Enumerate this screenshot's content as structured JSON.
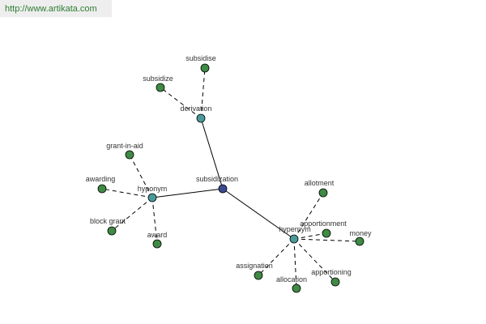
{
  "header": {
    "url": "http://www.artikata.com"
  },
  "colors": {
    "root": "#3a4a8f",
    "relation": "#4a9a9a",
    "leaf": "#3f8a45",
    "link": "#2e7d32"
  },
  "graph": {
    "root": {
      "id": "subsidization",
      "label": "subsidization"
    },
    "relations": [
      {
        "id": "derivation",
        "label": "derivation",
        "terms": [
          "subsidise",
          "subsidize"
        ]
      },
      {
        "id": "hyponym",
        "label": "hyponym",
        "terms": [
          "grant-in-aid",
          "awarding",
          "block grant",
          "award"
        ]
      },
      {
        "id": "hypernym",
        "label": "hypernym",
        "terms": [
          "allotment",
          "apportionment",
          "money",
          "apportioning",
          "allocation",
          "assignation"
        ]
      }
    ]
  }
}
